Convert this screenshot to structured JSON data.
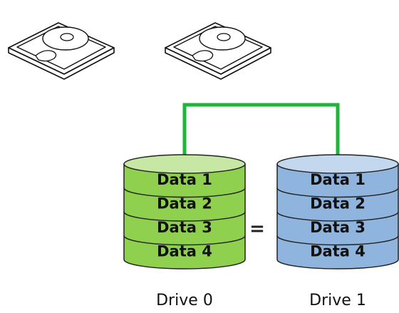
{
  "colors": {
    "mirror_link": "#1fb53a",
    "drive0_fill": "#8fd14f",
    "drive0_top": "#c6e8a4",
    "drive1_fill": "#8fb4dd",
    "drive1_top": "#c3d7ef",
    "outline": "#222222"
  },
  "hard_disks": [
    {
      "icon": "hard-disk-icon"
    },
    {
      "icon": "hard-disk-icon"
    }
  ],
  "drive0": {
    "label": "Drive 0",
    "cells": [
      "Data 1",
      "Data 2",
      "Data 3",
      "Data 4"
    ]
  },
  "drive1": {
    "label": "Drive 1",
    "cells": [
      "Data 1",
      "Data 2",
      "Data 3",
      "Data 4"
    ]
  },
  "equals_sign": "="
}
